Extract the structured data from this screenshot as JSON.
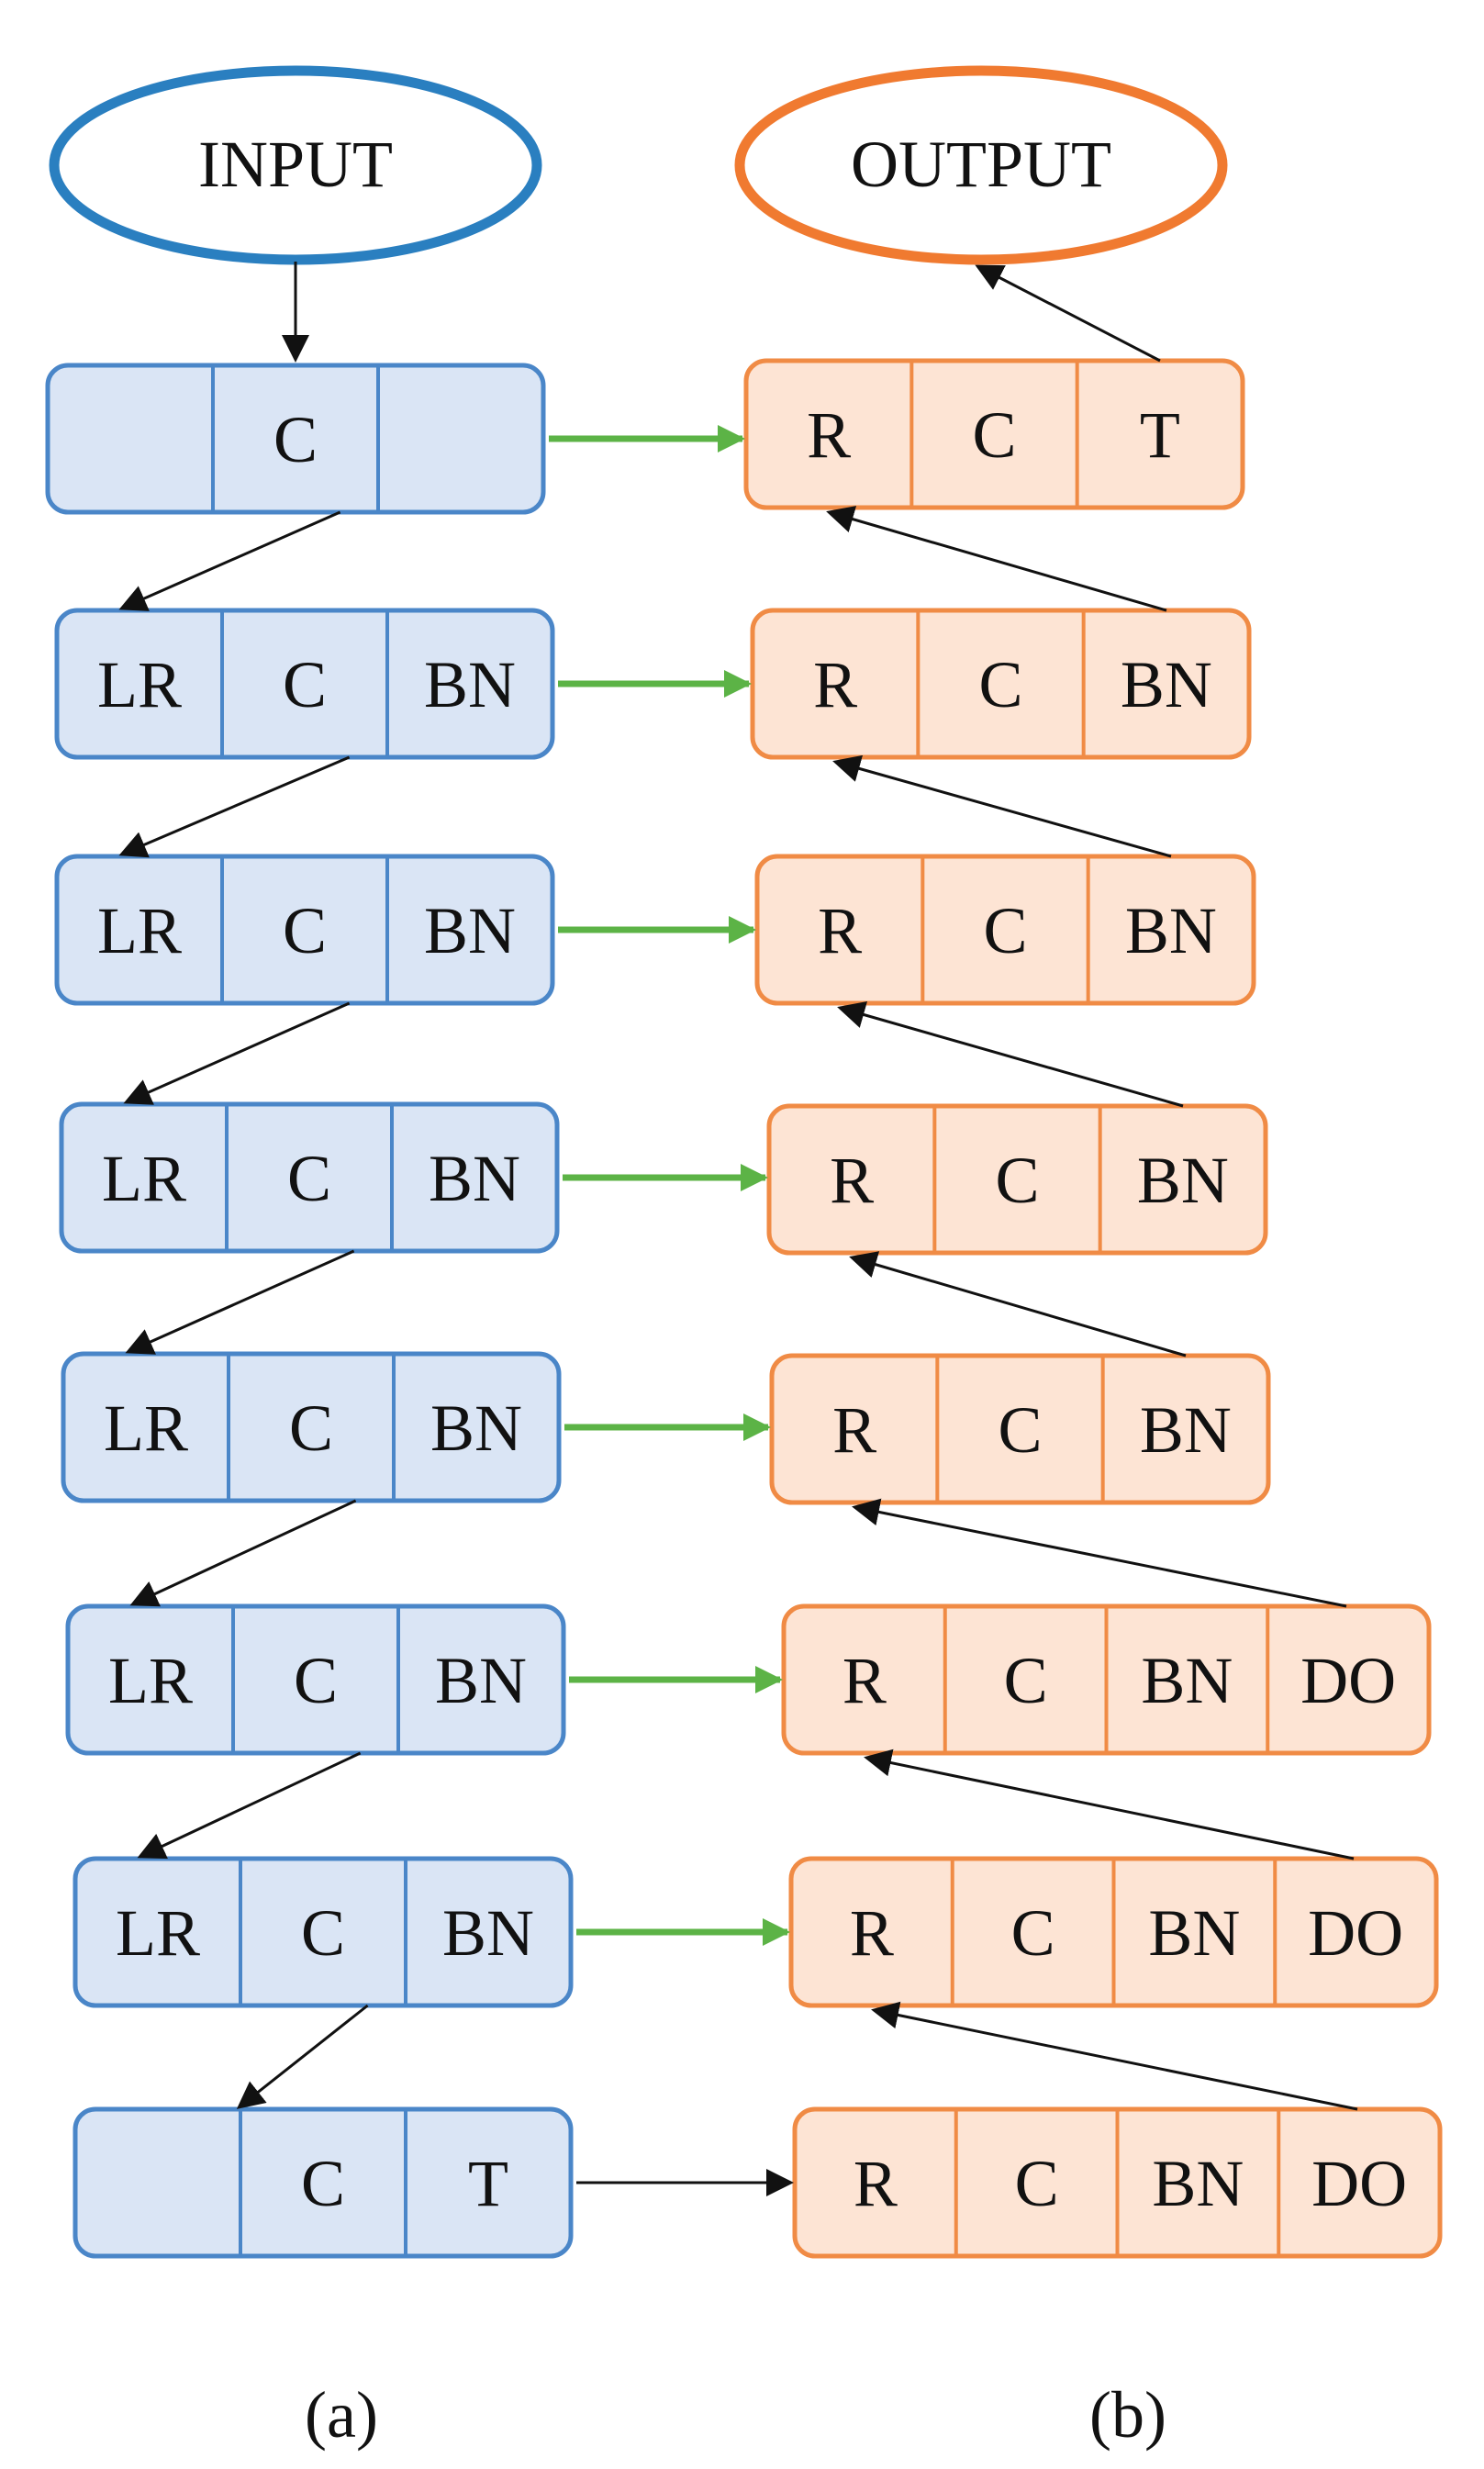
{
  "colors": {
    "encoder_fill": "#dae5f5",
    "encoder_stroke": "#4a86c8",
    "input_stroke": "#2a7fc0",
    "decoder_fill": "#fde4d4",
    "decoder_stroke": "#f08b45",
    "output_stroke": "#f07a30",
    "skip_arrow": "#5cb346",
    "flow_arrow": "#111111",
    "text": "#111111"
  },
  "input_label": "INPUT",
  "output_label": "OUTPUT",
  "encoder": [
    {
      "cells": [
        "",
        "C",
        ""
      ]
    },
    {
      "cells": [
        "LR",
        "C",
        "BN"
      ]
    },
    {
      "cells": [
        "LR",
        "C",
        "BN"
      ]
    },
    {
      "cells": [
        "LR",
        "C",
        "BN"
      ]
    },
    {
      "cells": [
        "LR",
        "C",
        "BN"
      ]
    },
    {
      "cells": [
        "LR",
        "C",
        "BN"
      ]
    },
    {
      "cells": [
        "LR",
        "C",
        "BN"
      ]
    },
    {
      "cells": [
        "",
        "C",
        "T"
      ]
    }
  ],
  "decoder": [
    {
      "cells": [
        "R",
        "C",
        "T"
      ]
    },
    {
      "cells": [
        "R",
        "C",
        "BN"
      ]
    },
    {
      "cells": [
        "R",
        "C",
        "BN"
      ]
    },
    {
      "cells": [
        "R",
        "C",
        "BN"
      ]
    },
    {
      "cells": [
        "R",
        "C",
        "BN"
      ]
    },
    {
      "cells": [
        "R",
        "C",
        "BN",
        "DO"
      ]
    },
    {
      "cells": [
        "R",
        "C",
        "BN",
        "DO"
      ]
    },
    {
      "cells": [
        "R",
        "C",
        "BN",
        "DO"
      ]
    }
  ],
  "captions": {
    "a": "(a)",
    "b": "(b)"
  }
}
